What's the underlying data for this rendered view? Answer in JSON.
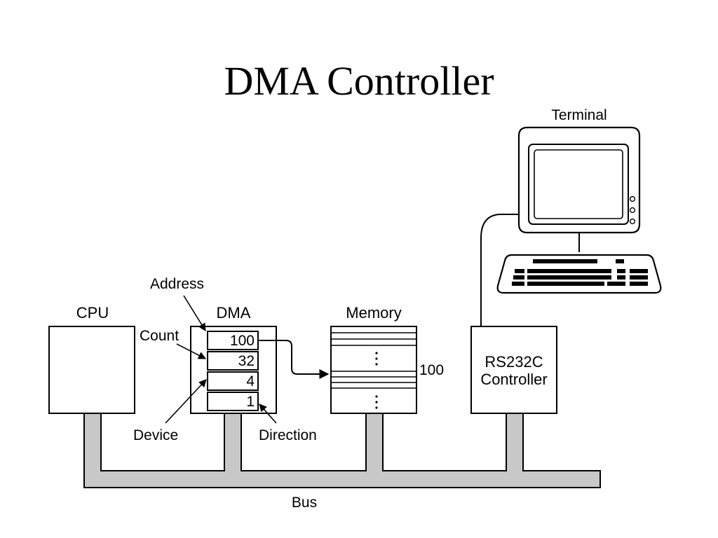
{
  "title": "DMA Controller",
  "labels": {
    "cpu": "CPU",
    "dma": "DMA",
    "memory": "Memory",
    "terminal": "Terminal",
    "address": "Address",
    "count": "Count",
    "device": "Device",
    "direction": "Direction",
    "bus": "Bus",
    "memory_address": "100",
    "rs232c_line1": "RS232C",
    "rs232c_line2": "Controller"
  },
  "dma_registers": {
    "address": "100",
    "count": "32",
    "device": "4",
    "direction": "1"
  },
  "colors": {
    "bus_fill": "#c8c8c8",
    "line": "#000000"
  }
}
